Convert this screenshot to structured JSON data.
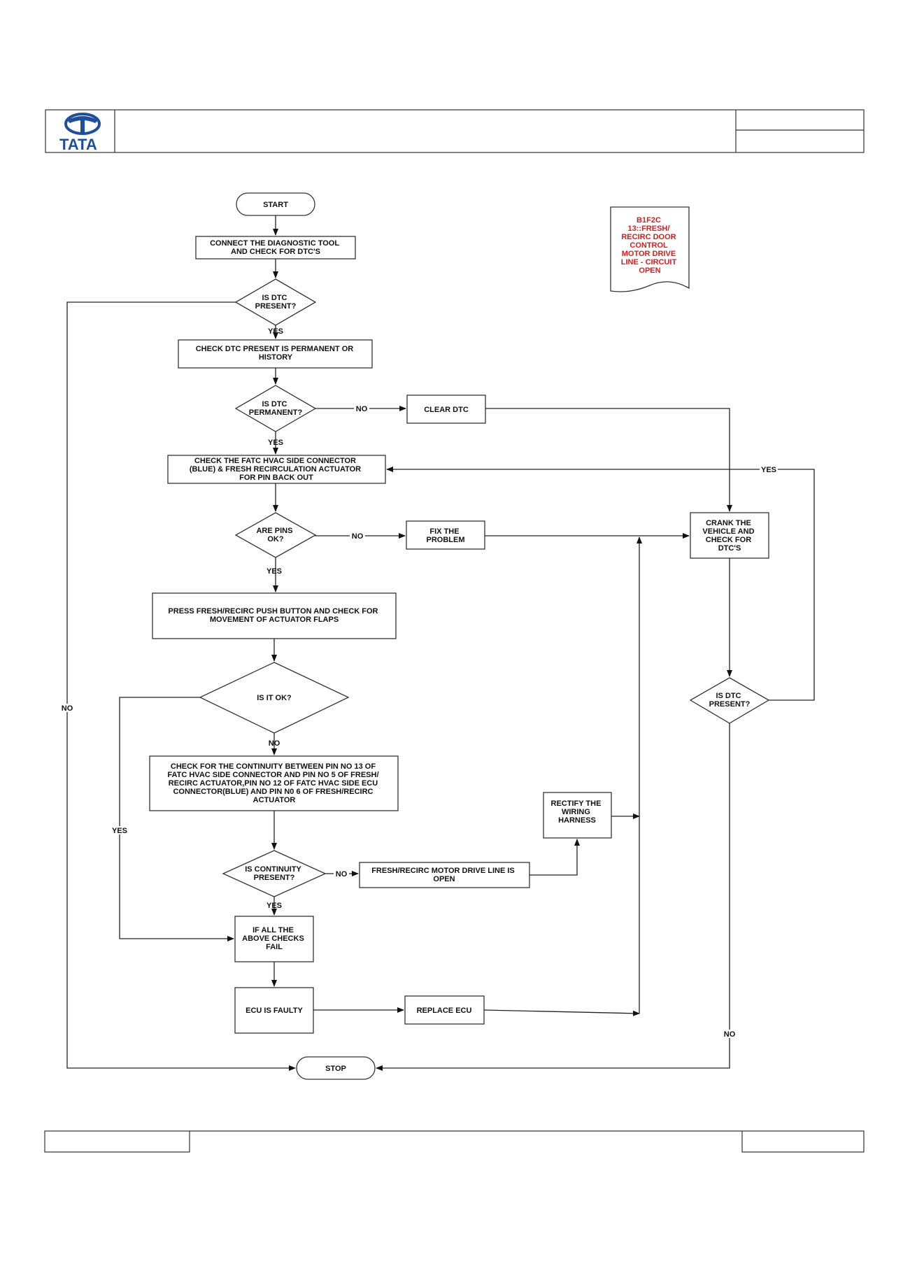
{
  "header": {
    "logo_text": "TATA"
  },
  "nodes": {
    "start": "START",
    "connect": [
      "CONNECT THE DIAGNOSTIC TOOL",
      "AND CHECK FOR  DTC'S"
    ],
    "dtc_present": [
      "IS  DTC",
      "PRESENT?"
    ],
    "check_perm": [
      "CHECK DTC  PRESENT IS PERMANENT OR",
      "HISTORY"
    ],
    "dtc_perm": [
      "IS  DTC",
      "PERMANENT?"
    ],
    "clear": "CLEAR DTC",
    "check_conn": [
      "CHECK THE FATC HVAC SIDE CONNECTOR",
      "(BLUE) & FRESH RECIRCULATION ACTUATOR",
      "FOR PIN BACK OUT"
    ],
    "pins_ok": [
      "ARE PINS",
      "OK?"
    ],
    "fix": [
      "FIX THE",
      "PROBLEM"
    ],
    "crank": [
      "CRANK THE",
      "VEHICLE AND",
      "CHECK FOR",
      "DTC'S"
    ],
    "press": [
      "PRESS FRESH/RECIRC PUSH BUTTON AND CHECK FOR",
      "MOVEMENT OF ACTUATOR FLAPS"
    ],
    "is_ok": "IS IT OK?",
    "dtc_present2": [
      "IS  DTC",
      "PRESENT?"
    ],
    "continuity": [
      "CHECK FOR THE CONTINUITY BETWEEN PIN NO 13 OF",
      "FATC HVAC SIDE CONNECTOR AND PIN NO 5 OF FRESH/",
      "RECIRC ACTUATOR,PIN NO 12 OF FATC HVAC SIDE ECU",
      "CONNECTOR(BLUE) AND   PIN N0 6 OF FRESH/RECIRC",
      "ACTUATOR"
    ],
    "rectify": [
      "RECTIFY THE",
      "WIRING",
      "HARNESS"
    ],
    "cont_present": [
      "IS CONTINUITY",
      "PRESENT?"
    ],
    "open": [
      "FRESH/RECIRC MOTOR DRIVE LINE IS",
      "OPEN"
    ],
    "all_fail": [
      "IF ALL THE",
      "ABOVE CHECKS",
      "FAIL"
    ],
    "ecu_faulty": "ECU IS FAULTY",
    "replace": "REPLACE ECU",
    "stop": "STOP",
    "dtc_code": [
      "B1F2C",
      "13::FRESH/",
      "RECIRC DOOR",
      "CONTROL",
      "MOTOR DRIVE",
      "LINE - CIRCUIT",
      "OPEN"
    ]
  },
  "labels": {
    "yes": "YES",
    "no": "NO"
  },
  "colors": {
    "dtc_code_text": "#d21f1f",
    "logo": "#1f4f9b"
  }
}
